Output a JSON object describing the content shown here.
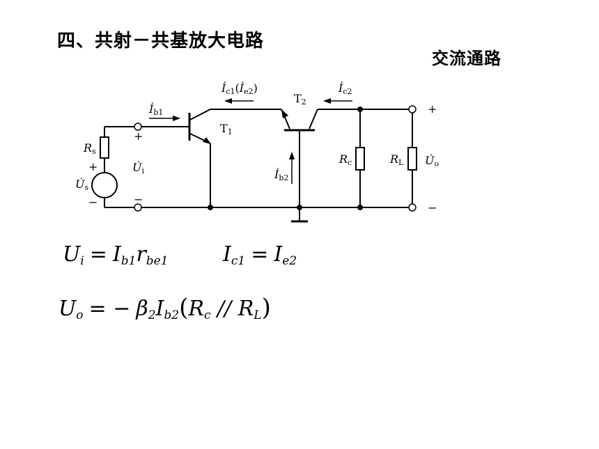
{
  "title": "四、共射－共基放大电路",
  "subtitle": "交流通路",
  "labels": {
    "ib1": "İ",
    "ib1_sub": "b1",
    "ic1": "İ",
    "ic1_sub": "c1",
    "ie2": "İ",
    "ie2_sub": "e2",
    "ic2": "İ",
    "ic2_sub": "c2",
    "ib2": "İ",
    "ib2_sub": "b2",
    "t1": "T",
    "t1_sub": "1",
    "t2": "T",
    "t2_sub": "2",
    "rs": "R",
    "rs_sub": "s",
    "rc": "R",
    "rc_sub": "c",
    "rl": "R",
    "rl_sub": "L",
    "ui": "U̇",
    "ui_sub": "i",
    "us": "U̇",
    "us_sub": "s",
    "uo": "U̇",
    "uo_sub": "o",
    "plus": "+",
    "minus": "−"
  },
  "equations": {
    "eq1": {
      "lhs": "U",
      "lhs_sub": "i",
      "op": "=",
      "a": "I",
      "a_sub": "b1",
      "b": "r",
      "b_sub": "be1"
    },
    "eq2": {
      "lhs": "I",
      "lhs_sub": "c1",
      "op": "=",
      "a": "I",
      "a_sub": "e2"
    },
    "eq3": {
      "lhs": "U",
      "lhs_sub": "o",
      "op": "= −",
      "beta": "β",
      "beta_sub": "2",
      "a": "I",
      "a_sub": "b2",
      "lp": "(",
      "r1": "R",
      "r1_sub": "c",
      "par": " // ",
      "r2": "R",
      "r2_sub": "L",
      "rp": ")"
    }
  }
}
